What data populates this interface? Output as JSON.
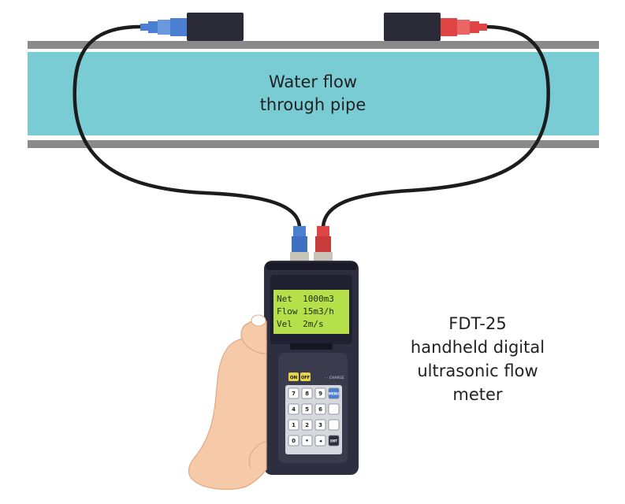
{
  "pipe": {
    "label_line1": "Water flow",
    "label_line2": "through pipe",
    "water_color": "#79ccd4",
    "wall_color": "#8a8a8a"
  },
  "transducers": {
    "left_connector_color": "#4a7fd1",
    "right_connector_color": "#e04545"
  },
  "meter": {
    "display": {
      "line1": "Net  1000m3",
      "line2": "Flow 15m3/h",
      "line3": "Vel  2m/s",
      "color": "#b6e04a"
    },
    "keys": {
      "on": "ON",
      "off": "OFF",
      "brand": "· · CHARGE",
      "row1": [
        "7",
        "8",
        "9",
        "MENU"
      ],
      "row2": [
        "4",
        "5",
        "6",
        ""
      ],
      "row3": [
        "1",
        "2",
        "3",
        ""
      ],
      "row4": [
        "0",
        "•",
        "◂",
        "ENT"
      ]
    }
  },
  "caption": {
    "line1": "FDT-25",
    "line2": "handheld digital",
    "line3": "ultrasonic flow",
    "line4": "meter"
  }
}
